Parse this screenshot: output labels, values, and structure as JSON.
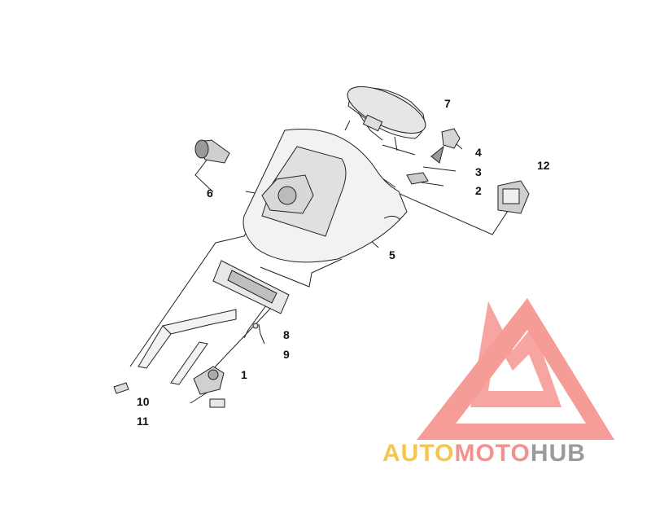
{
  "callouts": {
    "c1": "1",
    "c2": "2",
    "c3": "3",
    "c4": "4",
    "c5": "5",
    "c6": "6",
    "c7": "7",
    "c8": "8",
    "c9": "9",
    "c10": "10",
    "c11": "11",
    "c12": "12"
  },
  "watermark": {
    "part1": "AUTO",
    "part2": "MOTO",
    "part3": "HUB",
    "colors": {
      "auto": "#f5c64f",
      "moto": "#f3928c",
      "hub": "#9a9a9a",
      "logo": "#f47b75"
    }
  }
}
